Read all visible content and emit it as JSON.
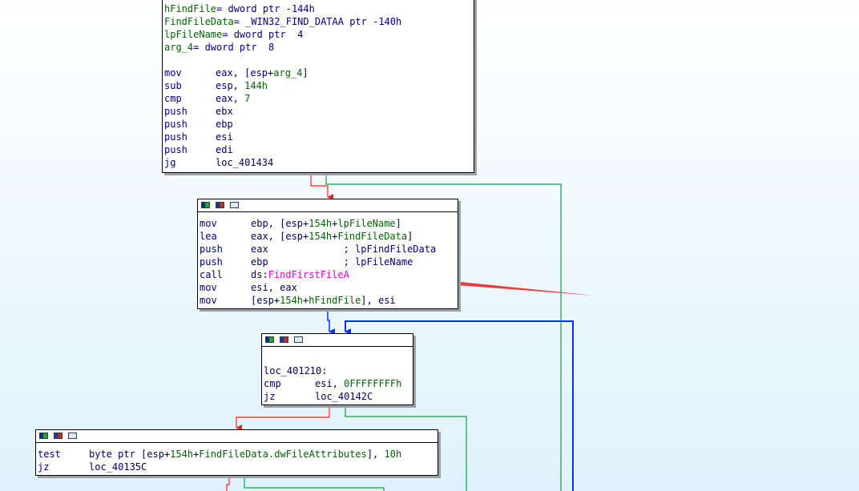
{
  "colors": {
    "edge_true": "#ff2222",
    "edge_false": "#10a040",
    "edge_uncond": "#0033ff",
    "annotation_arrow": "#ef3b3b"
  },
  "icons": [
    "graph-color-icon",
    "graph-node-icon",
    "graph-text-icon"
  ],
  "blocks": {
    "entry": {
      "vars": [
        {
          "name": "hFindFile",
          "decl": "= dword ptr -144h"
        },
        {
          "name": "FindFileData",
          "decl": "= _WIN32_FIND_DATAA ptr -140h"
        },
        {
          "name": "lpFileName",
          "decl": "= dword ptr  4"
        },
        {
          "name": "arg_4",
          "decl": "= dword ptr  8"
        }
      ],
      "l1": {
        "mn": "mov",
        "a": "eax, [esp+",
        "b": "arg_4",
        "c": "]"
      },
      "l2": {
        "mn": "sub",
        "a": "esp, ",
        "b": "144h"
      },
      "l3": {
        "mn": "cmp",
        "a": "eax, ",
        "b": "7"
      },
      "l4": {
        "mn": "push",
        "a": "ebx"
      },
      "l5": {
        "mn": "push",
        "a": "ebp"
      },
      "l6": {
        "mn": "push",
        "a": "esi"
      },
      "l7": {
        "mn": "push",
        "a": "edi"
      },
      "l8": {
        "mn": "jg",
        "a": "loc_401434"
      }
    },
    "findfirst": {
      "l1": {
        "mn": "mov",
        "a": "ebp, [esp+",
        "b": "154h",
        "c": "+",
        "d": "lpFileName",
        "e": "]"
      },
      "l2": {
        "mn": "lea",
        "a": "eax, [esp+",
        "b": "154h",
        "c": "+",
        "d": "FindFileData",
        "e": "]"
      },
      "l3": {
        "mn": "push",
        "a": "eax             ",
        "cm": "; lpFindFileData"
      },
      "l4": {
        "mn": "push",
        "a": "ebp             ",
        "cm": "; lpFileName"
      },
      "l5": {
        "mn": "call",
        "a": "ds:",
        "fn": "FindFirstFileA"
      },
      "l6": {
        "mn": "mov",
        "a": "esi, eax"
      },
      "l7": {
        "mn": "mov",
        "a": "[esp+",
        "b": "154h",
        "c": "+",
        "d": "hFindFile",
        "e": "], esi"
      }
    },
    "loc": {
      "label": "loc_401210:",
      "l1": {
        "mn": "cmp",
        "a": "esi, ",
        "b": "0FFFFFFFFh"
      },
      "l2": {
        "mn": "jz",
        "a": "loc_40142C"
      }
    },
    "test": {
      "l1": {
        "mn": "test",
        "a": "byte ptr [esp+",
        "b": "154h",
        "c": "+",
        "d": "FindFileData.dwFileAttributes",
        "e": "], ",
        "f": "10h"
      },
      "l2": {
        "mn": "jz",
        "a": "loc_40135C"
      }
    }
  }
}
